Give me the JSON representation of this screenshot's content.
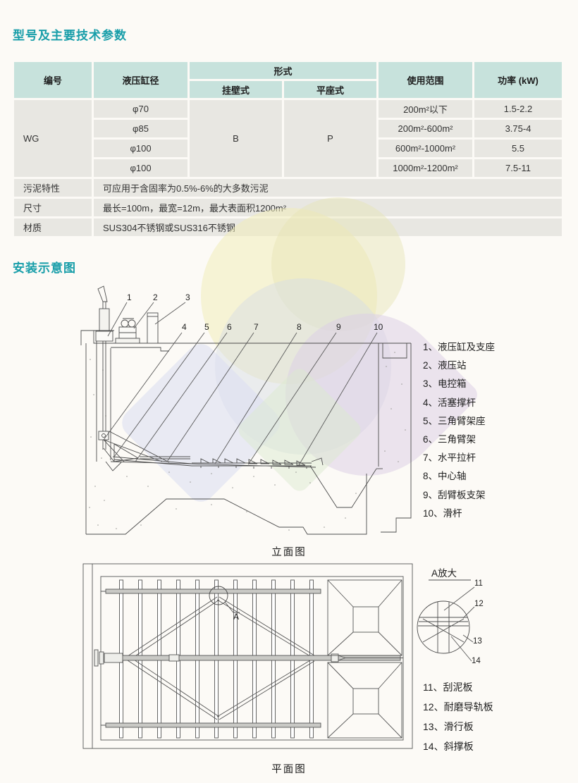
{
  "page": {
    "accent_color": "#189ea9",
    "header_cell_color": "#c7e2dc",
    "body_cell_color": "#e8e7e2"
  },
  "section1": {
    "title": "型号及主要技术参数"
  },
  "table": {
    "headers": {
      "number": "编号",
      "cylinder_diameter": "液压缸径",
      "form": "形式",
      "form_wall": "挂壁式",
      "form_seat": "平座式",
      "usage_range": "使用范围",
      "power": "功率 (kW)"
    },
    "body": {
      "model": "WG",
      "diameters": [
        "φ70",
        "φ85",
        "φ100",
        "φ100"
      ],
      "wall_code": "B",
      "seat_code": "P",
      "ranges": [
        "200m²以下",
        "200m²-600m²",
        "600m²-1000m²",
        "1000m²-1200m²"
      ],
      "powers": [
        "1.5-2.2",
        "3.75-4",
        "5.5",
        "7.5-11"
      ]
    },
    "info_rows": [
      {
        "label": "污泥特性",
        "value": "可应用于含固率为0.5%-6%的大多数污泥"
      },
      {
        "label": "尺寸",
        "value": "最长=100m，最宽=12m，最大表面积1200m²"
      },
      {
        "label": "材质",
        "value": "SUS304不锈钢或SUS316不锈钢"
      }
    ]
  },
  "section2": {
    "title": "安装示意图"
  },
  "elevation": {
    "caption": "立面图",
    "callouts": [
      "1",
      "2",
      "3",
      "4",
      "5",
      "6",
      "7",
      "8",
      "9",
      "10"
    ],
    "legend": [
      "1、液压缸及支座",
      "2、液压站",
      "3、电控箱",
      "4、活塞撑杆",
      "5、三角臂架座",
      "6、三角臂架",
      "7、水平拉杆",
      "8、中心轴",
      "9、刮臂板支架",
      "10、滑杆"
    ]
  },
  "plan": {
    "caption": "平面图",
    "detail_marker": "A",
    "detail_title": "A放大",
    "detail_callouts": [
      "11",
      "12",
      "13",
      "14"
    ],
    "legend": [
      "11、刮泥板",
      "12、耐磨导轨板",
      "13、滑行板",
      "14、斜撑板"
    ]
  }
}
